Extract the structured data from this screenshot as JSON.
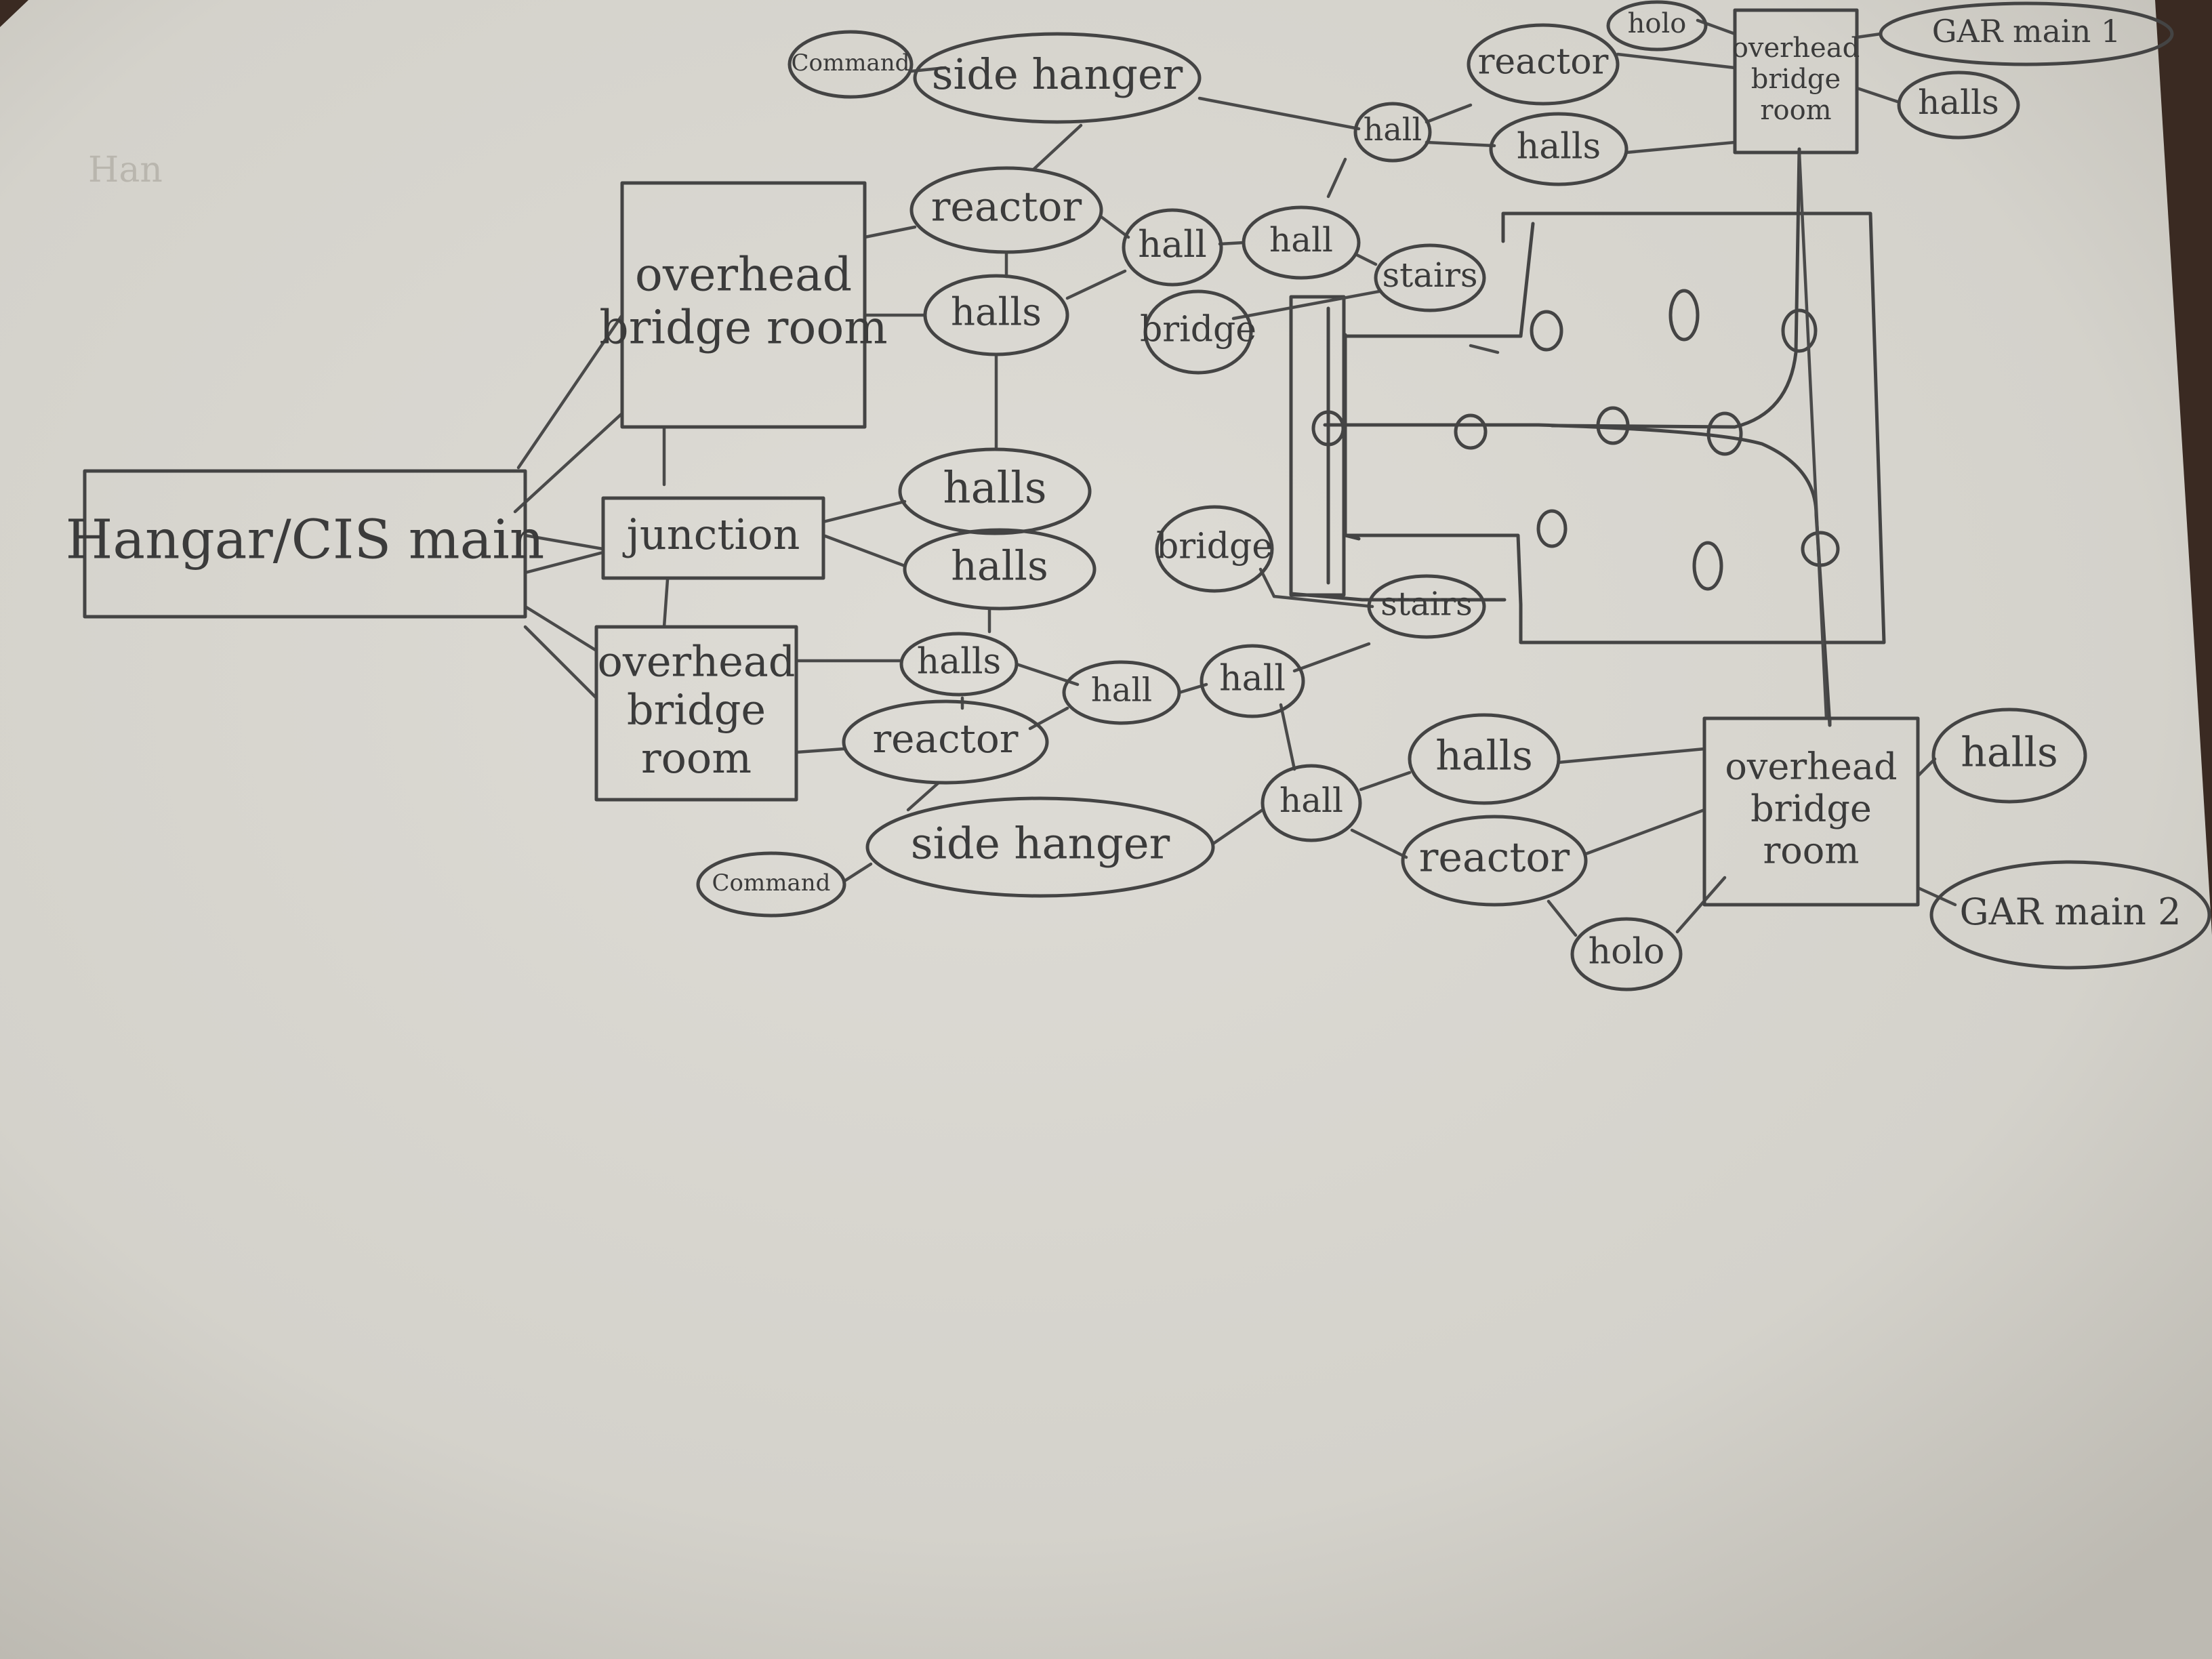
{
  "nodes": [
    {
      "id": "hangar_main",
      "shape": "rect",
      "lines": [
        "Hangar/CIS main"
      ]
    },
    {
      "id": "ob_top_left",
      "shape": "rect",
      "lines": [
        "overhead",
        "bridge room"
      ]
    },
    {
      "id": "junction",
      "shape": "rect",
      "lines": [
        "junction"
      ]
    },
    {
      "id": "ob_bottom_left",
      "shape": "rect",
      "lines": [
        "overhead",
        "bridge",
        "room"
      ]
    },
    {
      "id": "command_top",
      "shape": "ellipse",
      "lines": [
        "Command"
      ]
    },
    {
      "id": "side_hanger_top",
      "shape": "ellipse",
      "lines": [
        "side hanger"
      ]
    },
    {
      "id": "reactor_top_left",
      "shape": "ellipse",
      "lines": [
        "reactor"
      ]
    },
    {
      "id": "halls_top_left",
      "shape": "ellipse",
      "lines": [
        "halls"
      ]
    },
    {
      "id": "halls_mid_1",
      "shape": "ellipse",
      "lines": [
        "halls"
      ]
    },
    {
      "id": "halls_mid_2",
      "shape": "ellipse",
      "lines": [
        "halls"
      ]
    },
    {
      "id": "halls_bottom_left",
      "shape": "ellipse",
      "lines": [
        "halls"
      ]
    },
    {
      "id": "reactor_bottom_left",
      "shape": "ellipse",
      "lines": [
        "reactor"
      ]
    },
    {
      "id": "command_bottom",
      "shape": "ellipse",
      "lines": [
        "Command"
      ]
    },
    {
      "id": "side_hanger_bottom",
      "shape": "ellipse",
      "lines": [
        "side hanger"
      ]
    },
    {
      "id": "hall_top_a",
      "shape": "ellipse",
      "lines": [
        "hall"
      ]
    },
    {
      "id": "hall_top_b",
      "shape": "ellipse",
      "lines": [
        "hall"
      ]
    },
    {
      "id": "hall_top_c",
      "shape": "ellipse",
      "lines": [
        "hall"
      ]
    },
    {
      "id": "bridge_top",
      "shape": "ellipse",
      "lines": [
        "bridge"
      ]
    },
    {
      "id": "stairs_top",
      "shape": "ellipse",
      "lines": [
        "stairs"
      ]
    },
    {
      "id": "bridge_mid",
      "shape": "ellipse",
      "lines": [
        "bridge"
      ]
    },
    {
      "id": "stairs_bottom",
      "shape": "ellipse",
      "lines": [
        "stairs"
      ]
    },
    {
      "id": "hall_bottom_a",
      "shape": "ellipse",
      "lines": [
        "hall"
      ]
    },
    {
      "id": "hall_bottom_b",
      "shape": "ellipse",
      "lines": [
        "hall"
      ]
    },
    {
      "id": "hall_bottom_c",
      "shape": "ellipse",
      "lines": [
        "hall"
      ]
    },
    {
      "id": "reactor_top_right",
      "shape": "ellipse",
      "lines": [
        "reactor"
      ]
    },
    {
      "id": "holo_top",
      "shape": "ellipse",
      "lines": [
        "holo"
      ]
    },
    {
      "id": "halls_top_right",
      "shape": "ellipse",
      "lines": [
        "halls"
      ]
    },
    {
      "id": "ob_top_right",
      "shape": "rect",
      "lines": [
        "overhead",
        "bridge",
        "room"
      ]
    },
    {
      "id": "gar_main_1",
      "shape": "ellipse",
      "lines": [
        "GAR main 1"
      ]
    },
    {
      "id": "halls_far_top_right",
      "shape": "ellipse",
      "lines": [
        "halls"
      ]
    },
    {
      "id": "halls_bottom_right",
      "shape": "ellipse",
      "lines": [
        "halls"
      ]
    },
    {
      "id": "reactor_bottom_right",
      "shape": "ellipse",
      "lines": [
        "reactor"
      ]
    },
    {
      "id": "holo_bottom",
      "shape": "ellipse",
      "lines": [
        "holo"
      ]
    },
    {
      "id": "ob_bottom_right",
      "shape": "rect",
      "lines": [
        "overhead",
        "bridge",
        "room"
      ]
    },
    {
      "id": "halls_far_bottom_right",
      "shape": "ellipse",
      "lines": [
        "halls"
      ]
    },
    {
      "id": "gar_main_2",
      "shape": "ellipse",
      "lines": [
        "GAR main 2"
      ]
    }
  ],
  "faint_text": "Han",
  "colors": {
    "paper": "#dcdad4",
    "ink": "#3b3b3b",
    "table": "#3a2a22"
  }
}
